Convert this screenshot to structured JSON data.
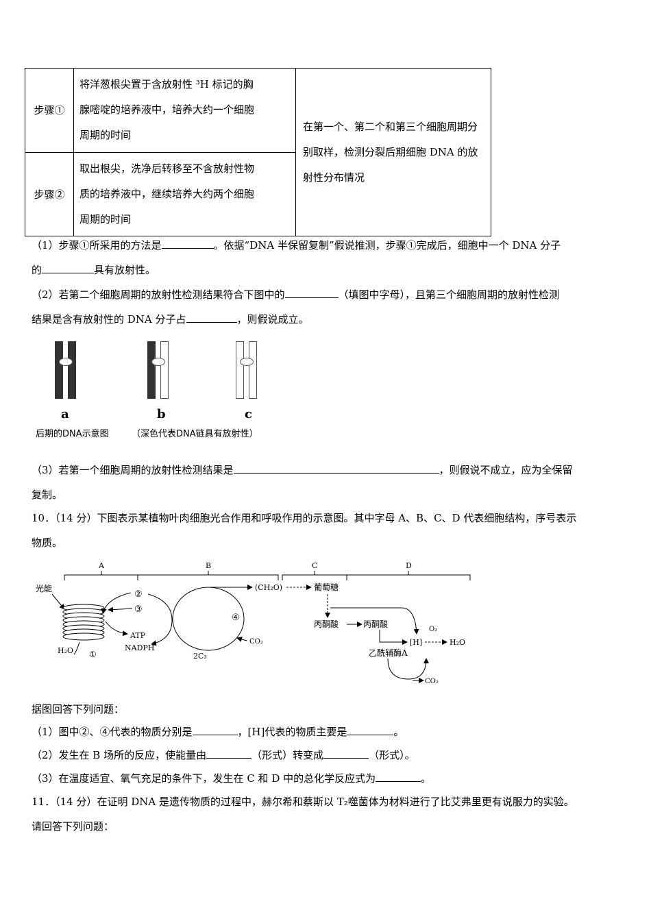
{
  "table": {
    "step1_label": "步骤①",
    "step1_text": [
      "将洋葱根尖置于含放射性 ³H 标记的胸",
      "腺嘧啶的培养液中，培养大约一个细胞",
      "周期的时间"
    ],
    "step2_label": "步骤②",
    "step2_text": [
      "取出根尖，洗净后转移至不含放射性物",
      "质的培养液中，继续培养大约两个细胞",
      "周期的时间"
    ],
    "result_text": [
      "在第一个、第二个和第三个细胞周期分",
      "别取样，检测分裂后期细胞 DNA 的放",
      "射性分布情况"
    ]
  },
  "q9": {
    "p1_a": "（1）步骤①所采用的方法是",
    "p1_b": "。依据“DNA 半保留复制”假说推测，步骤①完成后，细胞中一个 DNA 分子",
    "p1_c": "的",
    "p1_d": "具有放射性。",
    "p2_a": "（2）若第二个细胞周期的放射性检测结果符合下图中的",
    "p2_b": "（填图中字母），且第三个细胞周期的放射性检测",
    "p2_c": "结果是含有放射性的 DNA 分子占",
    "p2_d": "，则假说成立。",
    "fig_labels": [
      "a",
      "b",
      "c"
    ],
    "fig_caption_left": "后期的DNA示意图",
    "fig_caption_right": "（深色代表DNA链具有放射性）",
    "p3_a": "（3）若第一个细胞周期的放射性检测结果是",
    "p3_b": "，则假说不成立，应为全保留",
    "p3_c": "复制。"
  },
  "q10": {
    "intro_a": "10．（14 分）下图表示某植物叶肉细胞光合作用和呼吸作用的示意图。其中字母 A、B、C、D 代表细胞结构，序号表示",
    "intro_b": "物质。",
    "diagram": {
      "sections": [
        "A",
        "B",
        "C",
        "D"
      ],
      "guangneng": "光能",
      "h2o": "H₂O",
      "n1": "①",
      "n2": "②",
      "n3": "③",
      "n4": "④",
      "atp": "ATP",
      "nadph": "NADPH",
      "c3": "2C₃",
      "co2_b": "CO₂",
      "ch2o": "(CH₂O)",
      "glucose": "葡萄糖",
      "pyruvate1": "丙酮酸",
      "pyruvate2": "丙酮酸",
      "h": "[H]",
      "o2": "O₂",
      "h2o_out": "H₂O",
      "acetyl": "乙酰辅酶A",
      "co2_d": "CO₂"
    },
    "lead": "据图回答下列问题：",
    "q1_a": "（1）图中②、④代表的物质分别是",
    "q1_b": "，[H]代表的物质主要是",
    "q1_c": "。",
    "q2_a": "（2）发生在 B 场所的反应，使能量由",
    "q2_b": "（形式）转变成",
    "q2_c": "（形式）。",
    "q3_a": "（3）在温度适宜、氧气充足的条件下，发生在 C 和 D 中的总化学反应式为",
    "q3_b": "。"
  },
  "q11": {
    "intro_a": "11．（14 分）在证明 DNA 是遗传物质的过程中，赫尔希和蔡斯以 T₂噬菌体为材料进行了比艾弗里更有说服力的实验。",
    "intro_b": "请回答下列问题："
  }
}
